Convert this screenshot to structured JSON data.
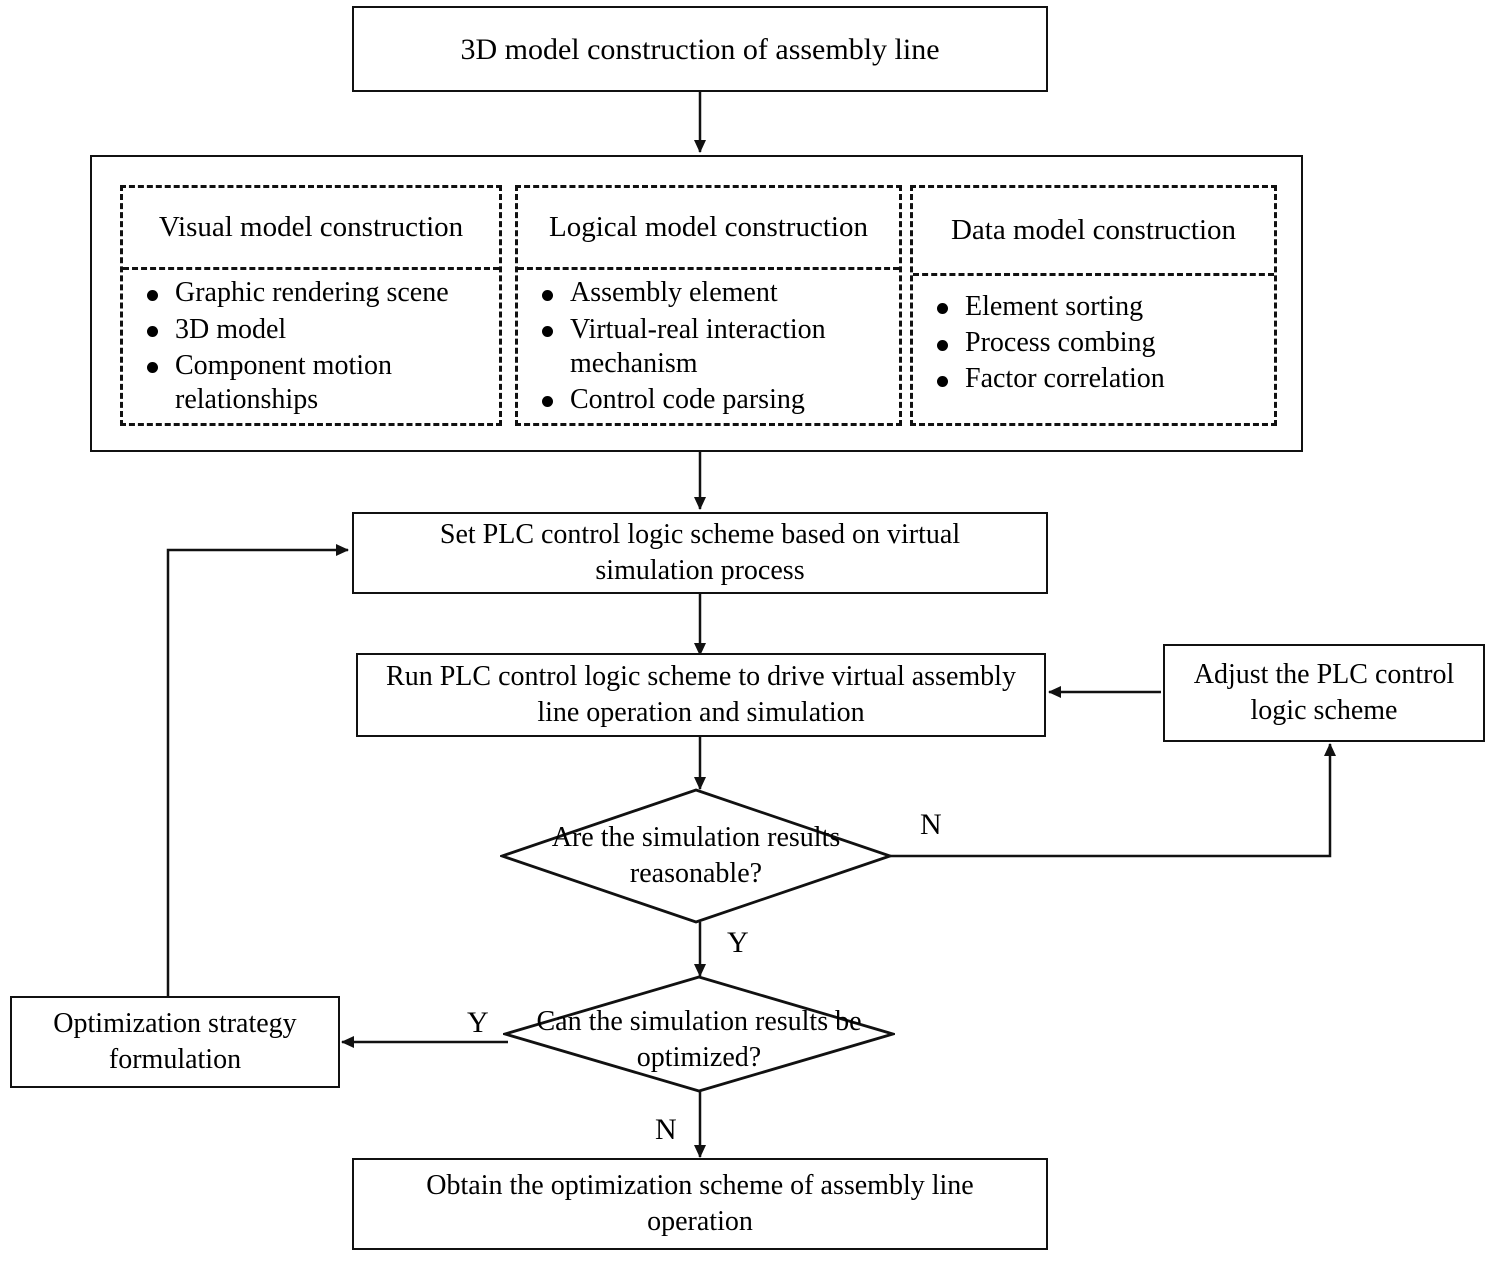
{
  "diagram": {
    "title_box": {
      "text": "3D model construction of  assembly line"
    },
    "model_container": {
      "panels": [
        {
          "heading": "Visual model construction",
          "bullets": [
            "Graphic rendering scene",
            "3D model",
            "Component motion relationships"
          ]
        },
        {
          "heading": "Logical model construction",
          "bullets": [
            "Assembly element",
            "Virtual-real interaction mechanism",
            "Control code parsing"
          ]
        },
        {
          "heading": "Data model construction",
          "bullets": [
            "Element sorting",
            "Process combing",
            "Factor correlation"
          ]
        }
      ]
    },
    "process_boxes": {
      "set_plc": "Set PLC control logic scheme based on virtual simulation process",
      "run_plc": "Run PLC control logic scheme to drive virtual assembly line operation and simulation",
      "adjust_plc": "Adjust the PLC control logic scheme",
      "optimization_strategy": "Optimization strategy formulation",
      "obtain_scheme": "Obtain the optimization scheme of assembly line operation"
    },
    "decisions": {
      "d1": "Are the simulation results\nreasonable?",
      "d2": "Can the simulation results be\noptimized?"
    },
    "edge_labels": {
      "d1_no": "N",
      "d1_yes": "Y",
      "d2_yes": "Y",
      "d2_no": "N"
    },
    "colors": {
      "stroke": "#111111",
      "background": "#ffffff",
      "text": "#000000"
    }
  }
}
